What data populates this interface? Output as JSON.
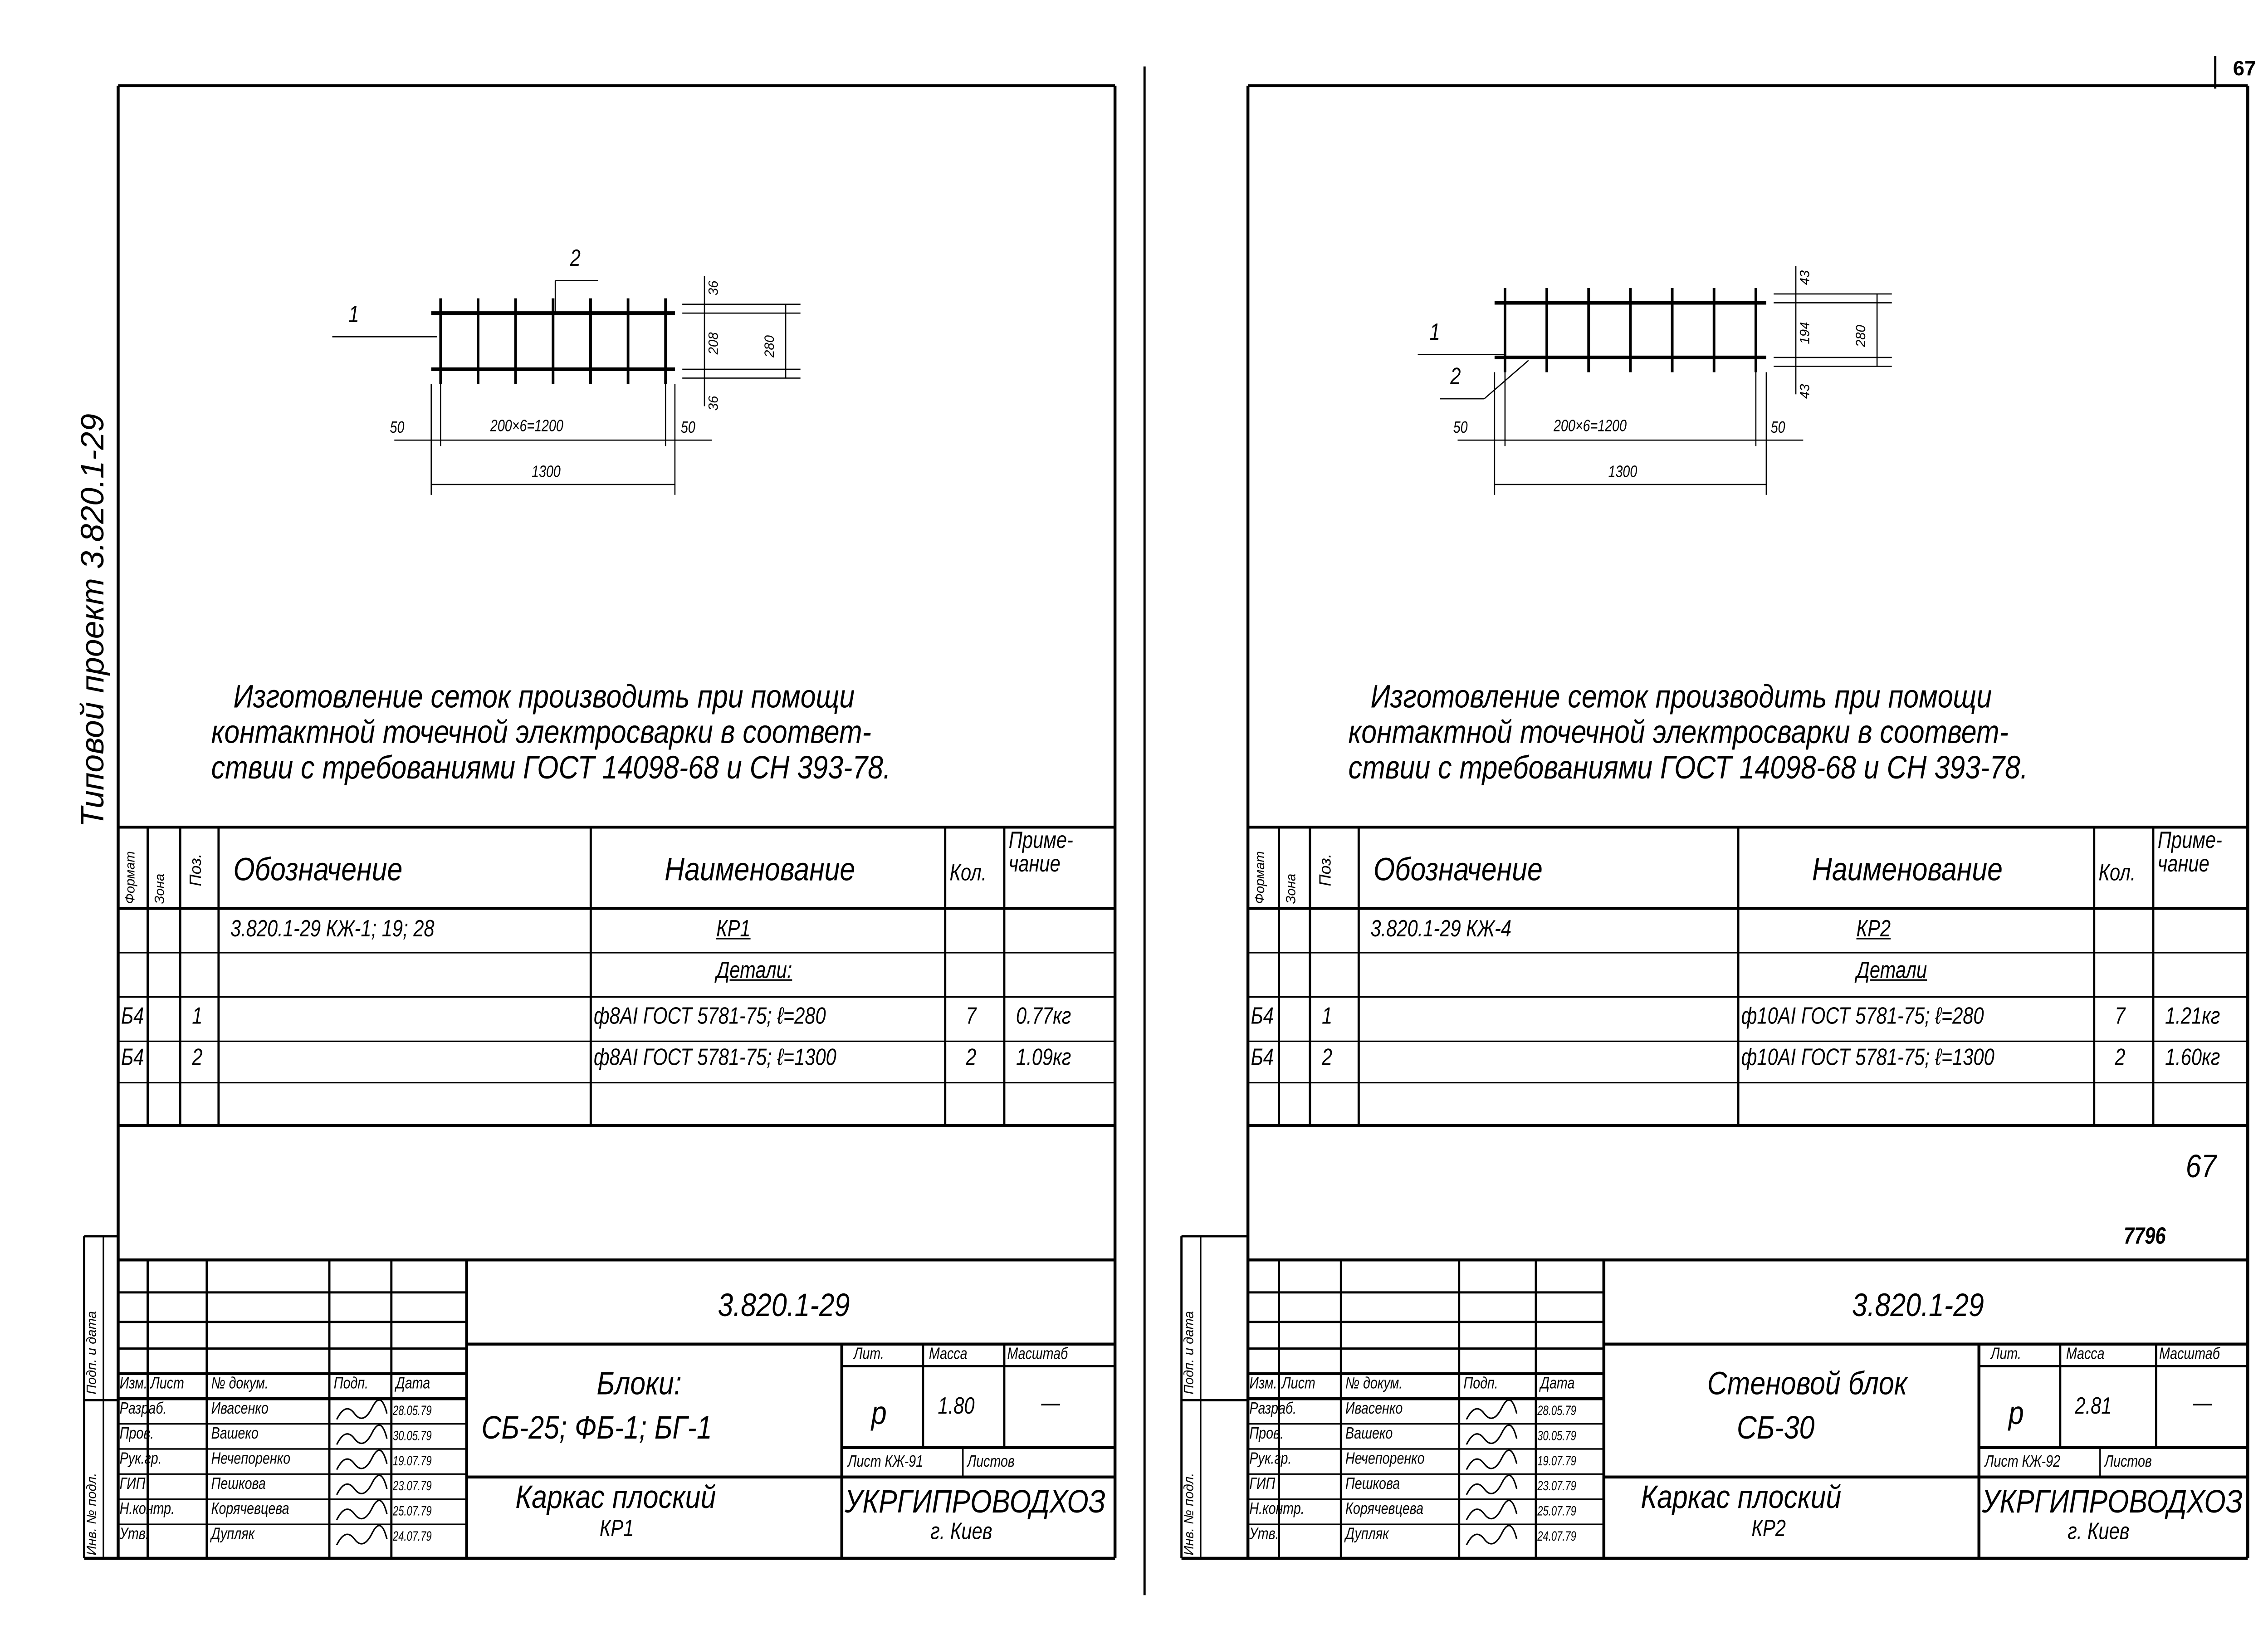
{
  "page_number": "67",
  "margin_title": "Типовой проект 3.820.1-29",
  "side_stamp": {
    "inv": "Инв. № подл.",
    "sign_date": "Подп. и дата"
  },
  "sheets": [
    {
      "drawing": {
        "pos_1": "1",
        "pos_2": "2",
        "dim_left": "50",
        "dim_mid": "200×6=1200",
        "dim_right": "50",
        "dim_total": "1300",
        "dim_v1": "36",
        "dim_v2": "208",
        "dim_v3": "36",
        "dim_height": "280"
      },
      "note": [
        "Изготовление сеток производить при помощи",
        "контактной точечной электросварки в соответ-",
        "ствии с требованиями ГОСТ 14098-68 и СН 393-78."
      ],
      "spec_headers": {
        "format": "Формат",
        "zone": "Зона",
        "pos": "Поз.",
        "designation": "Обозначение",
        "name": "Наименование",
        "qty": "Кол.",
        "note": "Приме-чание"
      },
      "spec_rows": [
        {
          "format": "",
          "pos": "",
          "designation": "3.820.1-29      КЖ-1; 19; 28",
          "name": "КР1",
          "qty": "",
          "note": ""
        },
        {
          "format": "",
          "pos": "",
          "designation": "",
          "name": "Детали:",
          "qty": "",
          "note": ""
        },
        {
          "format": "Б4",
          "pos": "1",
          "designation": "",
          "name": "ф8АI ГОСТ 5781-75; ℓ=280",
          "qty": "7",
          "note": "0.77кг"
        },
        {
          "format": "Б4",
          "pos": "2",
          "designation": "",
          "name": "ф8АI ГОСТ 5781-75; ℓ=1300",
          "qty": "2",
          "note": "1.09кг"
        }
      ],
      "title_block": {
        "code": "3.820.1-29",
        "title": [
          "Блоки:",
          "СБ-25; ФБ-1; БГ-1"
        ],
        "subtitle": [
          "Каркас плоский",
          "КР1"
        ],
        "lit_label": "Лит.",
        "mass_label": "Масса",
        "scale_label": "Масштаб",
        "lit": "р",
        "mass": "1.80",
        "scale": "—",
        "sheet_label": "Лист КЖ-91",
        "sheets_label": "Листов",
        "org": [
          "УКРГИПРОВОДХОЗ",
          "г. Киев"
        ]
      }
    },
    {
      "drawing": {
        "pos_1": "1",
        "pos_2": "2",
        "dim_left": "50",
        "dim_mid": "200×6=1200",
        "dim_right": "50",
        "dim_total": "1300",
        "dim_v1": "43",
        "dim_v2": "194",
        "dim_v3": "43",
        "dim_height": "280"
      },
      "note": [
        "Изготовление сеток производить при помощи",
        "контактной точечной электросварки в соответ-",
        "ствии с требованиями ГОСТ 14098-68 и СН 393-78."
      ],
      "spec_headers": {
        "format": "Формат",
        "zone": "Зона",
        "pos": "Поз.",
        "designation": "Обозначение",
        "name": "Наименование",
        "qty": "Кол.",
        "note": "Приме-чание"
      },
      "spec_rows": [
        {
          "format": "",
          "pos": "",
          "designation": "3.820.1-29      КЖ-4",
          "name": "КР2",
          "qty": "",
          "note": ""
        },
        {
          "format": "",
          "pos": "",
          "designation": "",
          "name": "Детали",
          "qty": "",
          "note": ""
        },
        {
          "format": "Б4",
          "pos": "1",
          "designation": "",
          "name": "ф10АI ГОСТ 5781-75; ℓ=280",
          "qty": "7",
          "note": "1.21кг"
        },
        {
          "format": "Б4",
          "pos": "2",
          "designation": "",
          "name": "ф10АI ГОСТ 5781-75; ℓ=1300",
          "qty": "2",
          "note": "1.60кг"
        }
      ],
      "handwritten": [
        "67",
        "7796"
      ],
      "title_block": {
        "code": "3.820.1-29",
        "title": [
          "Стеновой блок",
          "СБ-30"
        ],
        "subtitle": [
          "Каркас плоский",
          "КР2"
        ],
        "lit_label": "Лит.",
        "mass_label": "Масса",
        "scale_label": "Масштаб",
        "lit": "р",
        "mass": "2.81",
        "scale": "—",
        "sheet_label": "Лист КЖ-92",
        "sheets_label": "Листов",
        "org": [
          "УКРГИПРОВОДХОЗ",
          "г. Киев"
        ]
      }
    }
  ],
  "signatures": {
    "headers": [
      "Изм.",
      "Лист",
      "№ докум.",
      "Подп.",
      "Дата"
    ],
    "rows": [
      {
        "role": "Разраб.",
        "name": "Ивасенко",
        "date": "28.05.79"
      },
      {
        "role": "Пров.",
        "name": "Вашеко",
        "date": "30.05.79"
      },
      {
        "role": "Рук.гр.",
        "name": "Нечепоренко",
        "date": "19.07.79"
      },
      {
        "role": "ГИП",
        "name": "Пешкова",
        "date": "23.07.79"
      },
      {
        "role": "Н.контр.",
        "name": "Корячевцева",
        "date": "25.07.79"
      },
      {
        "role": "Утв.",
        "name": "Дупляк",
        "date": "24.07.79"
      }
    ]
  }
}
